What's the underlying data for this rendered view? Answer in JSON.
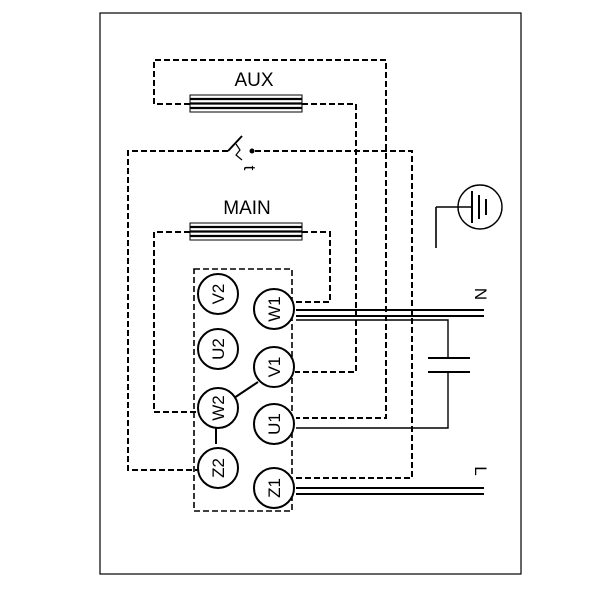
{
  "labels": {
    "aux": "AUX",
    "main": "MAIN",
    "thermal": "t",
    "neutral": "N",
    "line": "L"
  },
  "terminals": {
    "v2": "V2",
    "w1": "W1",
    "u2": "U2",
    "v1": "V1",
    "w2": "W2",
    "u1": "U1",
    "z2": "Z2",
    "z1": "Z1"
  }
}
